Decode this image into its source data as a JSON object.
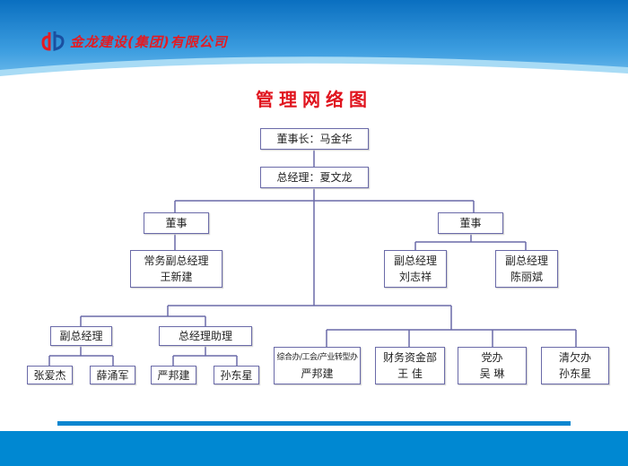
{
  "header": {
    "company": "金龙建设(集团)有限公司"
  },
  "title": "管理网络图",
  "chart": {
    "chairman": "董事长：马金华",
    "gm": "总经理：夏文龙",
    "director_left": "董事",
    "director_right": "董事",
    "exec_vp": {
      "role": "常务副总经理",
      "name": "王新建"
    },
    "vp1": {
      "role": "副总经理",
      "name": "刘志祥"
    },
    "vp2": {
      "role": "副总经理",
      "name": "陈丽斌"
    },
    "vp_group": "副总经理",
    "assistant_group": "总经理助理",
    "vp_members": [
      "张爱杰",
      "薛涌军"
    ],
    "assistant_members": [
      "严邦建",
      "孙东星"
    ],
    "departments": [
      {
        "role": "综合办/工会/产业转型办",
        "name": "严邦建"
      },
      {
        "role": "财务资金部",
        "name": "王 佳"
      },
      {
        "role": "党办",
        "name": "吴 琳"
      },
      {
        "role": "清欠办",
        "name": "孙东星"
      }
    ]
  },
  "colors": {
    "line": "#6a6aa8",
    "title": "#e0141e",
    "blue": "#0088d2"
  }
}
